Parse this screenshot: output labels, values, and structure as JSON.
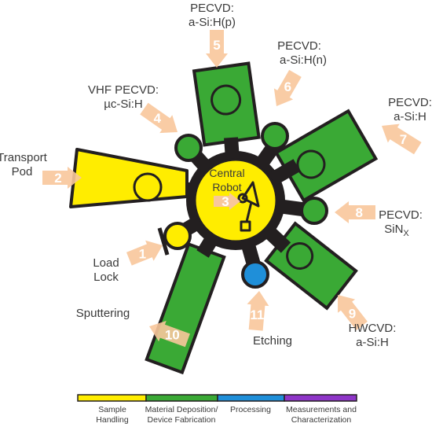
{
  "colors": {
    "sample_handling": "#ffed00",
    "deposition": "#3aa935",
    "processing": "#1f8fd9",
    "measurement": "#8e35c8",
    "outline": "#231f20",
    "arrow": "#f8c79b"
  },
  "center": {
    "line1": "Central",
    "line2": "Robot",
    "number": "3"
  },
  "chambers": [
    {
      "id": "1",
      "label_lines": [
        "Load",
        "Lock"
      ]
    },
    {
      "id": "2",
      "label_lines": [
        "Transport",
        "Pod"
      ]
    },
    {
      "id": "4",
      "label_lines": [
        "VHF PECVD:",
        "µc-Si:H"
      ]
    },
    {
      "id": "5",
      "label_lines": [
        "PECVD:",
        "a-Si:H(p)"
      ]
    },
    {
      "id": "6",
      "label_lines": [
        "PECVD:",
        "a-Si:H(n)"
      ]
    },
    {
      "id": "7",
      "label_lines": [
        "PECVD:",
        "a-Si:H"
      ]
    },
    {
      "id": "8",
      "label_lines": [
        "PECVD:",
        "SiN",
        "X"
      ]
    },
    {
      "id": "9",
      "label_lines": [
        "HWCVD:",
        "a-Si:H"
      ]
    },
    {
      "id": "10",
      "label_lines": [
        "Sputtering"
      ]
    },
    {
      "id": "11",
      "label_lines": [
        "Etching"
      ]
    }
  ],
  "legend": [
    {
      "lines": [
        "Sample",
        "Handling"
      ],
      "color": "#ffed00"
    },
    {
      "lines": [
        "Material Deposition/",
        "Device Fabrication"
      ],
      "color": "#3aa935"
    },
    {
      "lines": [
        "Processing"
      ],
      "color": "#1f8fd9"
    },
    {
      "lines": [
        "Measurements and",
        "Characterization"
      ],
      "color": "#8e35c8"
    }
  ]
}
